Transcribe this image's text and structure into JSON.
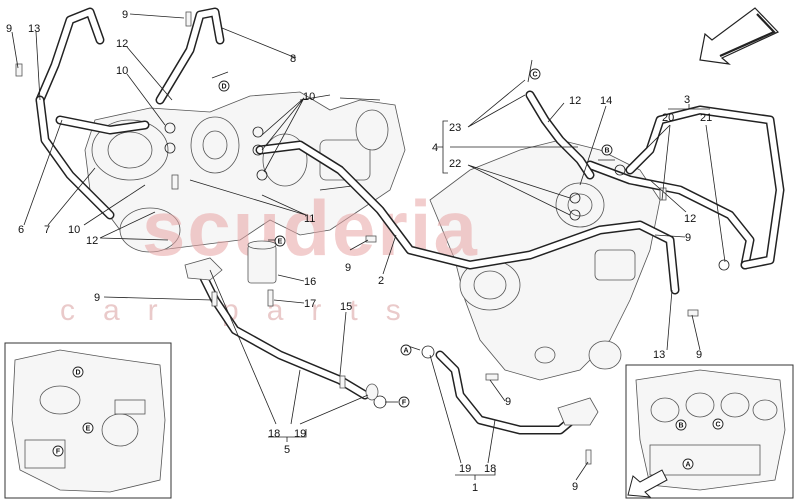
{
  "watermark": {
    "line1": "scuderia",
    "line2": "car parts"
  },
  "callouts": [
    {
      "id": "c9a",
      "text": "9"
    },
    {
      "id": "c13a",
      "text": "13"
    },
    {
      "id": "c9b",
      "text": "9"
    },
    {
      "id": "c8",
      "text": "8"
    },
    {
      "id": "c12a",
      "text": "12"
    },
    {
      "id": "c10a",
      "text": "10"
    },
    {
      "id": "c10b",
      "text": "10"
    },
    {
      "id": "c6",
      "text": "6"
    },
    {
      "id": "c7",
      "text": "7"
    },
    {
      "id": "c10c",
      "text": "10"
    },
    {
      "id": "c12b",
      "text": "12"
    },
    {
      "id": "c11",
      "text": "11"
    },
    {
      "id": "c16",
      "text": "16"
    },
    {
      "id": "c17",
      "text": "17"
    },
    {
      "id": "c9c",
      "text": "9"
    },
    {
      "id": "c2",
      "text": "2"
    },
    {
      "id": "c9d",
      "text": "9"
    },
    {
      "id": "c15",
      "text": "15"
    },
    {
      "id": "c18a",
      "text": "18"
    },
    {
      "id": "c19a",
      "text": "19"
    },
    {
      "id": "c5",
      "text": "5"
    },
    {
      "id": "c23",
      "text": "23"
    },
    {
      "id": "c4",
      "text": "4"
    },
    {
      "id": "c22",
      "text": "22"
    },
    {
      "id": "c12c",
      "text": "12"
    },
    {
      "id": "c14",
      "text": "14"
    },
    {
      "id": "c3",
      "text": "3"
    },
    {
      "id": "c20",
      "text": "20"
    },
    {
      "id": "c21",
      "text": "21"
    },
    {
      "id": "c12d",
      "text": "12"
    },
    {
      "id": "c9e",
      "text": "9"
    },
    {
      "id": "c13b",
      "text": "13"
    },
    {
      "id": "c9f",
      "text": "9"
    },
    {
      "id": "c9g",
      "text": "9"
    },
    {
      "id": "c19b",
      "text": "19"
    },
    {
      "id": "c18b",
      "text": "18"
    },
    {
      "id": "c1",
      "text": "1"
    },
    {
      "id": "c9h",
      "text": "9"
    }
  ],
  "tags": [
    {
      "id": "tA1",
      "letter": "A"
    },
    {
      "id": "tB1",
      "letter": "B"
    },
    {
      "id": "tC1",
      "letter": "C"
    },
    {
      "id": "tD1",
      "letter": "D"
    },
    {
      "id": "tE1",
      "letter": "E"
    },
    {
      "id": "tF1",
      "letter": "F"
    },
    {
      "id": "tD2",
      "letter": "D"
    },
    {
      "id": "tE2",
      "letter": "E"
    },
    {
      "id": "tF2",
      "letter": "F"
    },
    {
      "id": "tA2",
      "letter": "A"
    },
    {
      "id": "tB2",
      "letter": "B"
    },
    {
      "id": "tC2",
      "letter": "C"
    }
  ],
  "colors": {
    "line": "#222222",
    "watermark": "#e8a6a6",
    "background": "#ffffff"
  },
  "icons": [
    "orientation-arrow-icon",
    "front-arrow-icon"
  ]
}
